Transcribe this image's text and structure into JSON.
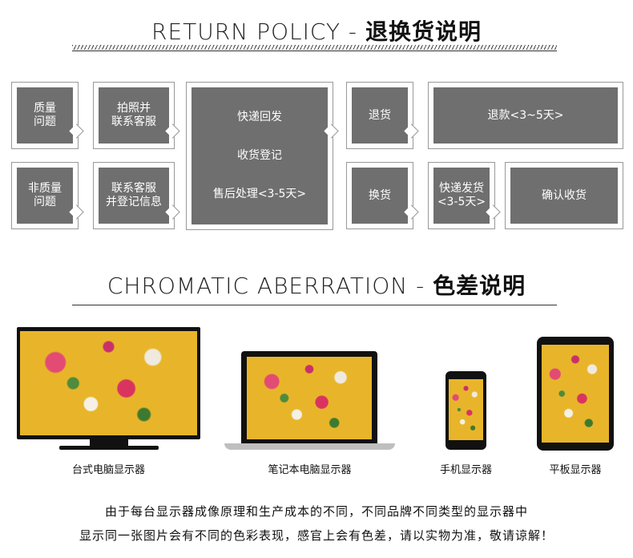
{
  "return_policy": {
    "title_en": "RETURN POLICY",
    "title_sep": " - ",
    "title_cn": "退换货说明",
    "row1": {
      "quality": "质量\n问题",
      "photo": "拍照并\n联系客服",
      "return": "退货",
      "refund": "退款<3~5天>"
    },
    "center": {
      "line1": "快递回发",
      "line2": "收货登记",
      "line3": "售后处理<3-5天>"
    },
    "row2": {
      "non_quality": "非质量\n问题",
      "contact": "联系客服\n并登记信息",
      "exchange": "换货",
      "ship": "快递发货\n<3-5天>",
      "confirm": "确认收货"
    }
  },
  "chromatic": {
    "title_en": "CHROMATIC ABERRATION",
    "title_sep": " - ",
    "title_cn": "色差说明",
    "devices": {
      "desktop": "台式电脑显示器",
      "laptop": "笔记本电脑显示器",
      "phone": "手机显示器",
      "tablet": "平板显示器"
    },
    "note_line1": "由于每台显示器成像原理和生产成本的不同，不同品牌不同类型的显示器中",
    "note_line2": "显示同一张图片会有不同的色彩表现，感官上会有色差，请以实物为准，敬请谅解！"
  }
}
